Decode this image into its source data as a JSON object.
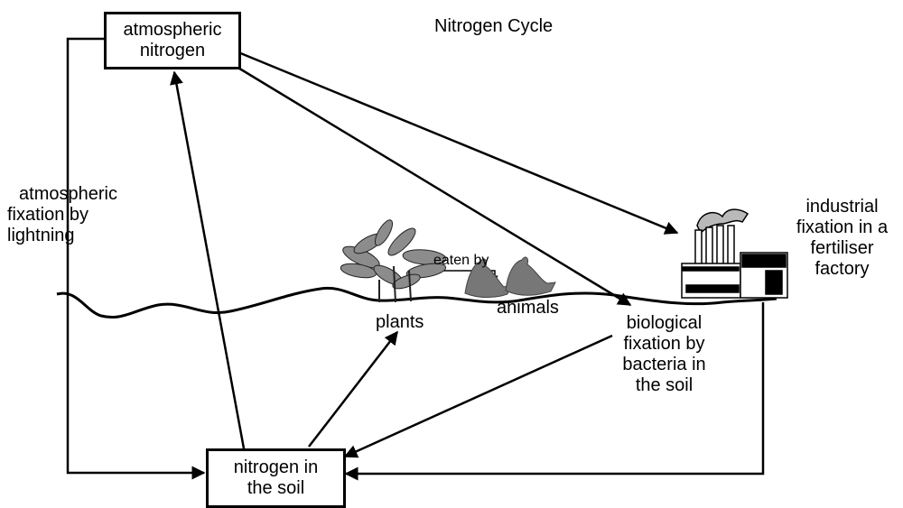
{
  "title": "Nitrogen Cycle",
  "boxes": {
    "atmospheric_nitrogen": [
      "atmospheric",
      "nitrogen"
    ],
    "nitrogen_in_soil": [
      "nitrogen in",
      "the soil"
    ]
  },
  "labels": {
    "lightning": [
      "atmospheric",
      "fixation by",
      "lightning"
    ],
    "industrial": [
      "industrial",
      "fixation in a",
      "fertiliser",
      "factory"
    ],
    "biological": [
      "biological",
      "fixation by",
      "bacteria in",
      "the soil"
    ],
    "plants": "plants",
    "animals": "animals",
    "eaten_by": "eaten by"
  }
}
